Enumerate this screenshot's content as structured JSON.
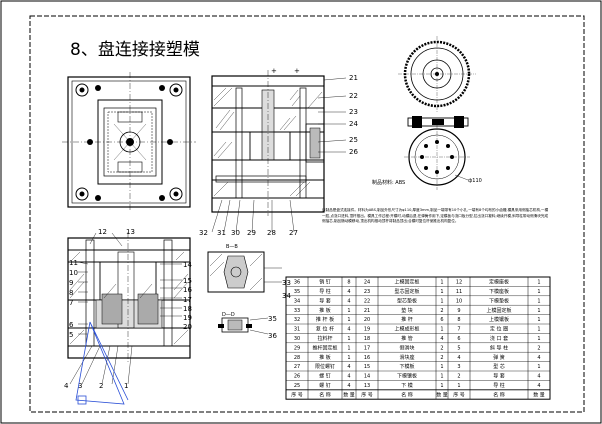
{
  "title": "8、盘连接接塑模",
  "material_note": "制品材料: ABS",
  "ring_label": "ф110",
  "section_label_bb": "B—B",
  "section_label_dd": "D—D",
  "center_marks": [
    "+",
    "+"
  ],
  "callouts_main": [
    "21",
    "22",
    "23",
    "24",
    "25",
    "26",
    "32",
    "31",
    "30",
    "29",
    "28",
    "27"
  ],
  "callouts_left": [
    "12",
    "13",
    "14",
    "15",
    "16",
    "17",
    "18",
    "19",
    "20",
    "11",
    "10",
    "9",
    "8",
    "7",
    "6",
    "5",
    "4",
    "3",
    "2",
    "1"
  ],
  "callouts_mid": [
    "33",
    "34",
    "35",
    "36"
  ],
  "description": "该制品是盘式连接件。材料为ABS,制品外形尺寸为φ110,厚度3mm,制品一端带有10个小孔,一端有8个均布的小齿槽,模具采用侧抽芯机构,一模一腔,点浇口进料,顶杆推出。模具工作过程:开模时,动模后退,在弹簧作用下,定模板与浇口板分型,拉出浇口凝料;继续开模,斜导柱带动侧滑块完成侧抽芯,制品随动模移动,顶出机构推动顶杆将制品顶出;合模时复位杆使推出机构复位。",
  "parts_table": {
    "rows": [
      [
        "36",
        "销 钉",
        "8",
        "24",
        "上模固定板",
        "1",
        "12",
        "定模座板",
        "1"
      ],
      [
        "35",
        "导 柱",
        "4",
        "23",
        "型芯固定板",
        "1",
        "11",
        "下模座板",
        "1"
      ],
      [
        "34",
        "导 套",
        "4",
        "22",
        "型芯垫板",
        "1",
        "10",
        "下模垫板",
        "1"
      ],
      [
        "33",
        "推 板",
        "1",
        "21",
        "垫 块",
        "2",
        "9",
        "上模固定板",
        "1"
      ],
      [
        "32",
        "推 杆 板",
        "1",
        "20",
        "推 杆",
        "6",
        "8",
        "上模镶板",
        "1"
      ],
      [
        "31",
        "复 位 杆",
        "4",
        "19",
        "上模成形板",
        "1",
        "7",
        "定 位 圈",
        "1"
      ],
      [
        "30",
        "拉料杆",
        "1",
        "18",
        "推 管",
        "4",
        "6",
        "浇 口 套",
        "1"
      ],
      [
        "29",
        "推杆固定板",
        "1",
        "17",
        "侧滑块",
        "2",
        "5",
        "斜 导 柱",
        "2"
      ],
      [
        "28",
        "推 板",
        "1",
        "16",
        "滑块座",
        "2",
        "4",
        "弹 簧",
        "4"
      ],
      [
        "27",
        "限位螺钉",
        "4",
        "15",
        "下模板",
        "1",
        "3",
        "型 芯",
        "1"
      ],
      [
        "26",
        "螺 钉",
        "4",
        "14",
        "下模镶板",
        "1",
        "2",
        "导 套",
        "4"
      ],
      [
        "25",
        "螺 钉",
        "4",
        "13",
        "下 模",
        "1",
        "1",
        "导 柱",
        "4"
      ]
    ],
    "footer": [
      "序 号",
      "名 称",
      "数 量",
      "序 号",
      "名 称",
      "数 量",
      "序 号",
      "名 称",
      "数 量"
    ]
  }
}
